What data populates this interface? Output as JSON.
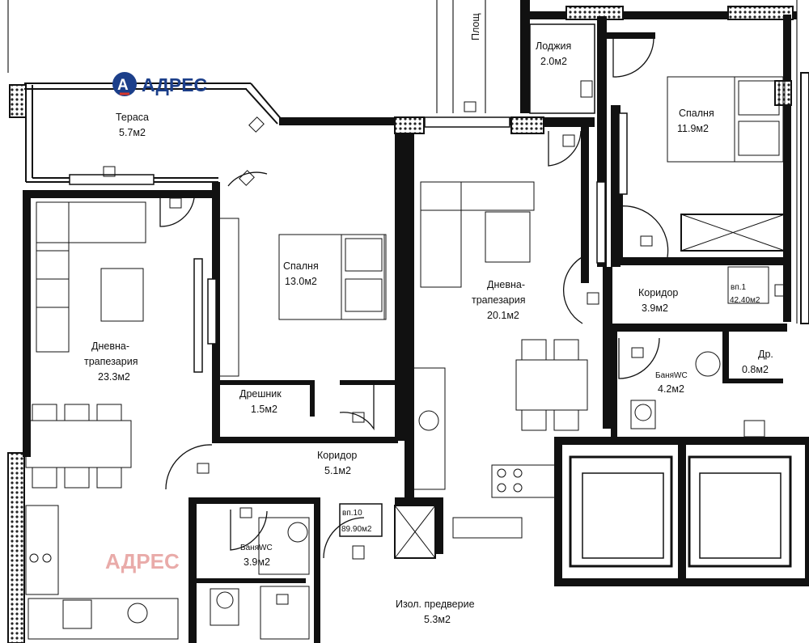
{
  "brand": {
    "logo_text": "АДРЕС",
    "watermark_text": "АДРЕС",
    "color_primary": "#1c3f8a",
    "color_accent": "#d9362b"
  },
  "street_label": "Площ",
  "rooms": {
    "terrace": {
      "name": "Тераса",
      "area": "5.7м2"
    },
    "loggia": {
      "name": "Лоджия",
      "area": "2.0м2"
    },
    "bedroom_right": {
      "name": "Спалня",
      "area": "11.9м2"
    },
    "living_left": {
      "name1": "Дневна-",
      "name2": "трапезария",
      "area": "23.3м2"
    },
    "bedroom_mid": {
      "name": "Спалня",
      "area": "13.0м2"
    },
    "living_mid": {
      "name1": "Дневна-",
      "name2": "трапезария",
      "area": "20.1м2"
    },
    "corridor_right": {
      "name": "Коридор",
      "area": "3.9м2"
    },
    "shaft_small": {
      "name": "вп.1",
      "area": "42.40м2"
    },
    "wardrobe_small": {
      "name": "Др.",
      "area": "0.8м2"
    },
    "bath_right": {
      "name": "БаняWC",
      "area": "4.2м2"
    },
    "wardrobe": {
      "name": "Дрешник",
      "area": "1.5м2"
    },
    "corridor_mid": {
      "name": "Коридор",
      "area": "5.1м2"
    },
    "shaft_mid": {
      "name": "вп.10",
      "area": "89.90м2"
    },
    "bath_mid": {
      "name": "БаняWC",
      "area": "3.9м2"
    },
    "vestibule": {
      "name": "Изол. предверие",
      "area": "5.3м2"
    }
  }
}
